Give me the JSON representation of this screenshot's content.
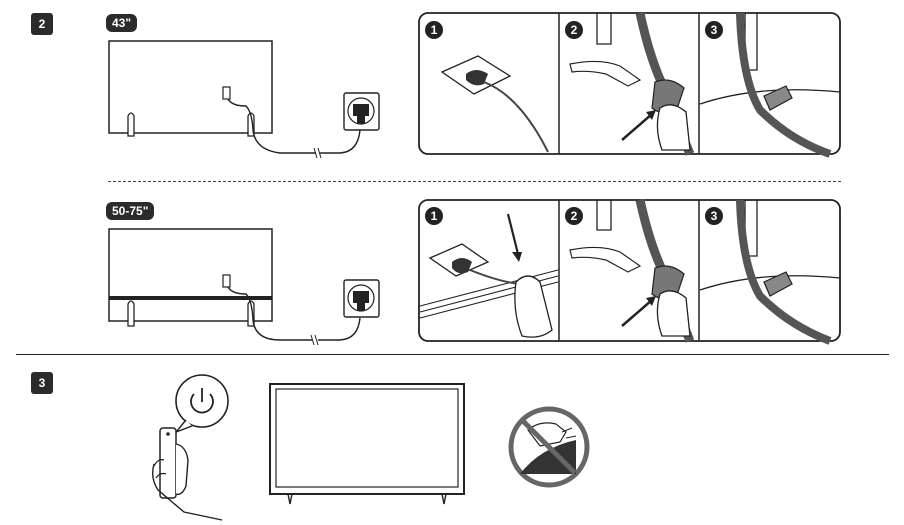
{
  "steps": {
    "step2": "2",
    "step3": "3"
  },
  "sizes": {
    "small": "43\"",
    "large": "50-75\""
  },
  "panels": {
    "p1": "1",
    "p2": "2",
    "p3": "3"
  }
}
